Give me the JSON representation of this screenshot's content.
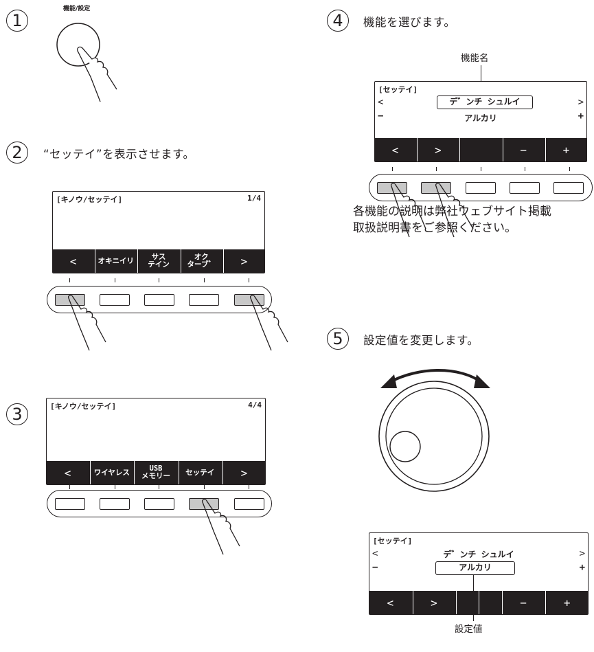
{
  "steps": {
    "s1": {
      "num": "1",
      "button_label": "機能/設定"
    },
    "s2": {
      "num": "2",
      "text": "“セッテイ”を表示させます。"
    },
    "s3": {
      "num": "3"
    },
    "s4": {
      "num": "4",
      "text": "機能を選びます。",
      "callout": "機能名"
    },
    "s5": {
      "num": "5",
      "text": "設定値を変更します。",
      "callout": "設定値"
    }
  },
  "screen_a": {
    "title": "[キノウ/セッテイ]",
    "page": "1/4",
    "buttons": [
      "<",
      "オキニイリ",
      "サス\nテイン",
      "オク\nターブ゛",
      ">"
    ]
  },
  "screen_b": {
    "title": "[キノウ/セッテイ]",
    "page": "4/4",
    "buttons": [
      "<",
      "ワイヤレス",
      "USB\nメモリー",
      "セッテイ",
      ">"
    ]
  },
  "screen_c": {
    "title": "[セッテイ]",
    "function_name": "デ゛ンチ シュルイ",
    "value": "アルカリ",
    "left": "<",
    "right": ">",
    "minus": "−",
    "plus": "+",
    "buttons": [
      "<",
      ">",
      "",
      "−",
      "+"
    ]
  },
  "screen_d": {
    "title": "[セッテイ]",
    "function_name": "デ゛ンチ シュルイ",
    "value": "アルカリ",
    "left": "<",
    "right": ">",
    "minus": "−",
    "plus": "+",
    "buttons": [
      "<",
      ">",
      "",
      "",
      "−",
      "+"
    ]
  },
  "note": {
    "line1": "各機能の説明は弊社ウェブサイト掲載",
    "line2": "取扱説明書をご参照ください。"
  }
}
